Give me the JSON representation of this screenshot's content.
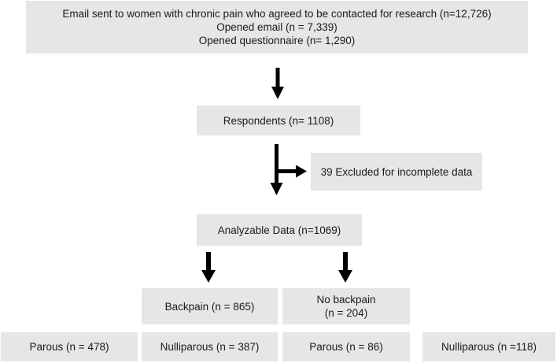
{
  "flowchart": {
    "top": {
      "line1": "Email sent to women with chronic pain who agreed to be contacted for research (n=12,726)",
      "line2": "Opened email  (n = 7,339)",
      "line3": "Opened questionnaire (n= 1,290)"
    },
    "respondents": "Respondents  (n= 1108)",
    "excluded": "39 Excluded for incomplete data",
    "analyzable": "Analyzable Data (n=1069)",
    "backpain": "Backpain (n = 865)",
    "no_backpain": {
      "line1": "No backpain",
      "line2": "(n = 204)"
    },
    "parous_backpain": "Parous (n = 478)",
    "nulliparous_backpain": "Nulliparous (n = 387)",
    "parous_nobackpain": "Parous (n = 86)",
    "nulliparous_nobackpain": "Nulliparous  (n =118)"
  }
}
